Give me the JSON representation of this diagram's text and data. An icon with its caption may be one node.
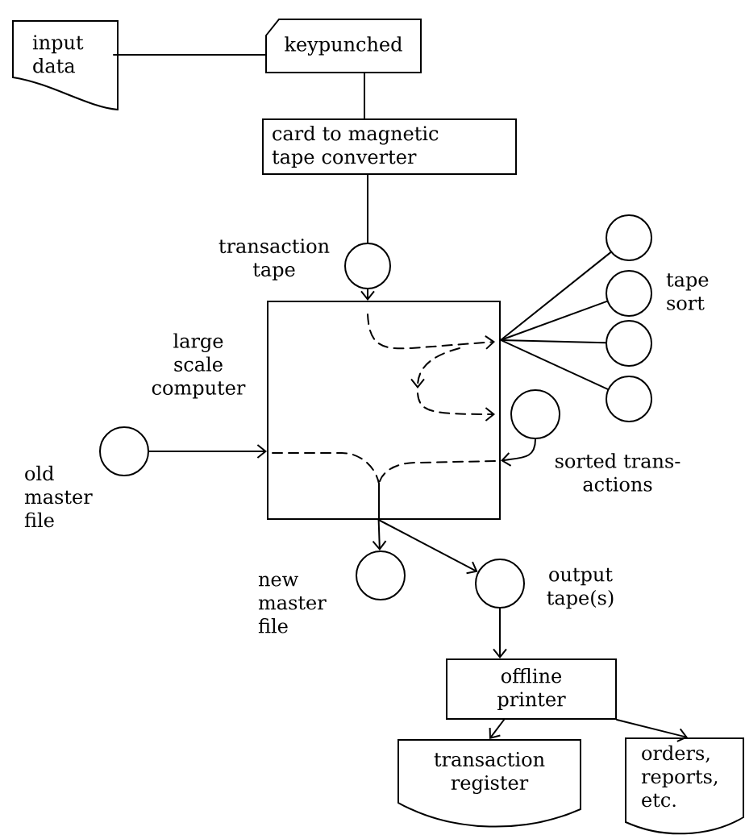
{
  "diagram": {
    "nodes": [
      {
        "text": [
          "input data"
        ]
      },
      {
        "text": [
          "keypunched"
        ]
      },
      {
        "text": [
          "card to magnetic tape converter"
        ]
      },
      {
        "text": [],
        "shape": "circle",
        "beside": [
          "transaction tape"
        ]
      },
      {
        "text": [],
        "shape": "box",
        "beside": [
          "large scale computer"
        ]
      },
      {
        "text": [],
        "shape": "circle"
      },
      {
        "text": [],
        "shape": "circle"
      },
      {
        "text": [],
        "shape": "circle"
      },
      {
        "text": [],
        "shape": "circle"
      },
      {
        "text": [],
        "shape": "circle",
        "beside": [
          "sorted trans- actions"
        ]
      },
      {
        "text": [],
        "shape": "circle",
        "beside": [
          "old master file"
        ]
      },
      {
        "text": [],
        "shape": "circle",
        "beside": [
          "new master file"
        ]
      },
      {
        "text": [],
        "shape": "circle",
        "beside": [
          "output tape(s)"
        ]
      },
      {
        "text": [
          "offline printer"
        ]
      },
      {
        "text": [
          "transaction register"
        ]
      },
      {
        "text": [
          "orders, reports, etc."
        ]
      }
    ],
    "edges": [
      {
        "from": 0,
        "to": 1,
        "arrow": "none"
      },
      {
        "from": 1,
        "to": 2,
        "arrow": "none"
      },
      {
        "from": 2,
        "to": 3,
        "arrow": "none"
      },
      {
        "from": 3,
        "to": 4,
        "arrow": "to"
      },
      {
        "from": 4,
        "to": 5,
        "arrow": "none"
      },
      {
        "from": 4,
        "to": 6,
        "arrow": "none"
      },
      {
        "from": 4,
        "to": 7,
        "arrow": "none"
      },
      {
        "from": 4,
        "to": 8,
        "arrow": "none"
      },
      {
        "from": 9,
        "to": 4,
        "arrow": "to"
      },
      {
        "from": 10,
        "to": 4,
        "arrow": "to"
      },
      {
        "from": 4,
        "to": 11,
        "arrow": "to"
      },
      {
        "from": 4,
        "to": 12,
        "arrow": "to"
      },
      {
        "from": 12,
        "to": 13,
        "arrow": "to"
      },
      {
        "from": 13,
        "to": 14,
        "arrow": "to"
      },
      {
        "from": 13,
        "to": 15,
        "arrow": "to"
      }
    ],
    "labels": [
      "tape sort"
    ]
  }
}
